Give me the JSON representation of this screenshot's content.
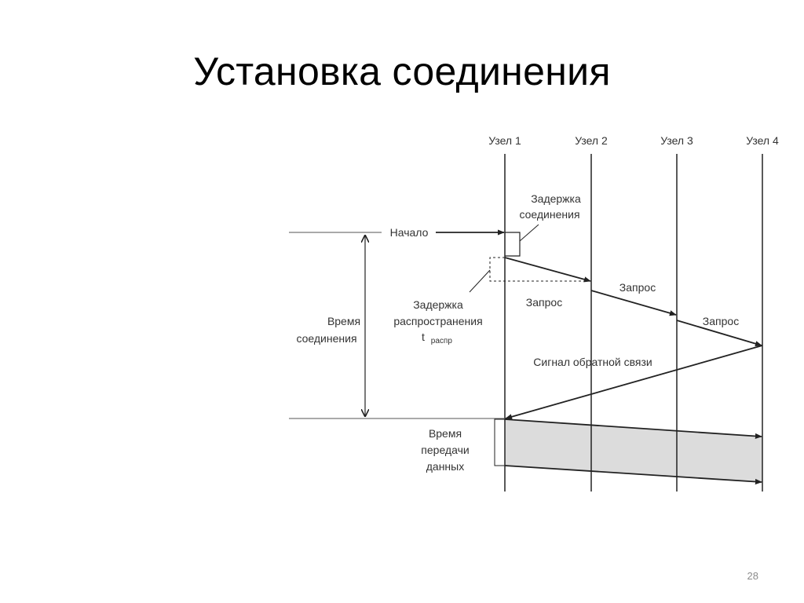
{
  "slide": {
    "title": "Установка соединения",
    "page_number": "28"
  },
  "diagram": {
    "nodes": [
      "Узел 1",
      "Узел 2",
      "Узел 3",
      "Узел 4"
    ],
    "labels": {
      "start": "Начало",
      "connection_delay_1": "Задержка",
      "connection_delay_2": "соединения",
      "propagation_delay_1": "Задержка",
      "propagation_delay_2": "распространения",
      "propagation_delay_t": "t",
      "propagation_delay_sub": "распр",
      "request_1": "Запрос",
      "request_2": "Запрос",
      "request_3": "Запрос",
      "feedback": "Сигнал обратной  связи",
      "connection_time_1": "Время",
      "connection_time_2": "соединения",
      "transfer_time_1": "Время",
      "transfer_time_2": "передачи",
      "transfer_time_3": "данных"
    },
    "colors": {
      "line": "#222222",
      "text": "#333333",
      "fill": "#dcdcdc"
    }
  }
}
